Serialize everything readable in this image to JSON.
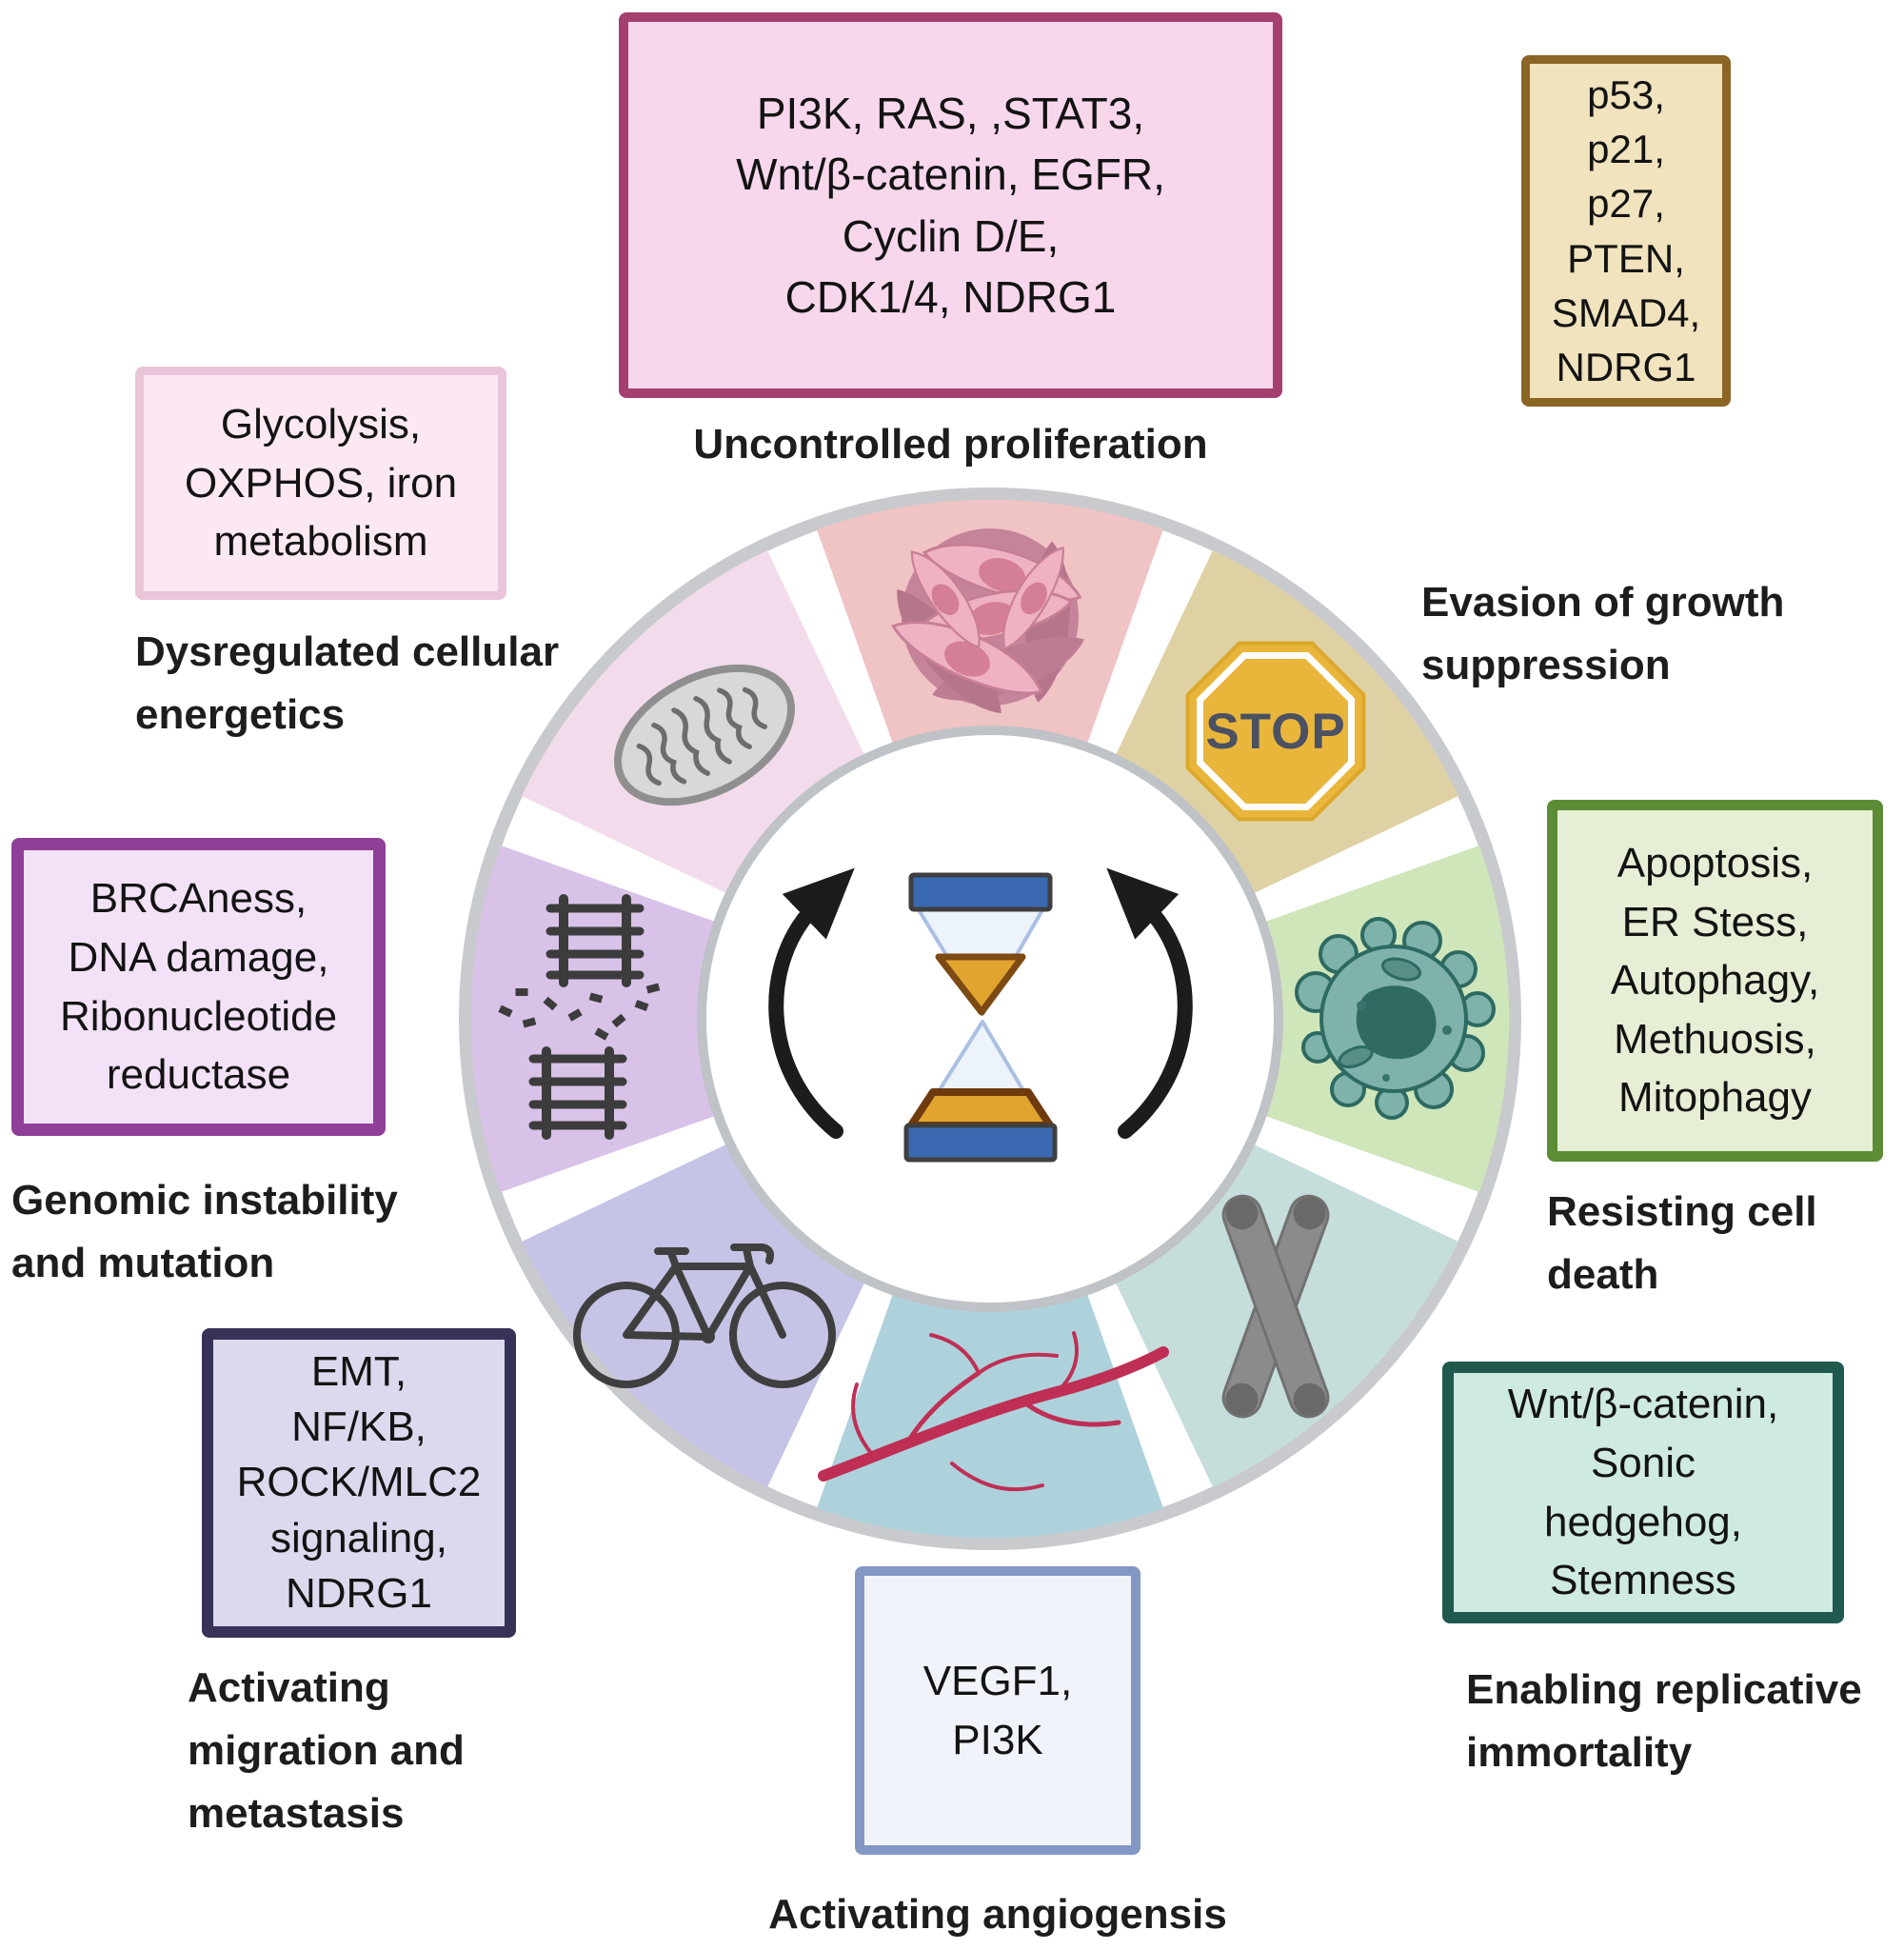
{
  "boxes": [
    {
      "id": "uncontrolled-proliferation",
      "genes": "PI3K, RAS, ,STAT3,\nWnt/β-catenin, EGFR,\nCyclin D/E,\nCDK1/4, NDRG1",
      "caption": "Uncontrolled proliferation",
      "fill": "#f8d7ec",
      "border": "#a53f70"
    },
    {
      "id": "evasion-of-growth-suppression",
      "genes": "p53,\np21,\np27,\nPTEN,\nSMAD4,\nNDRG1",
      "caption": "Evasion of growth\nsuppression",
      "fill": "#f0e3bd",
      "border": "#8a6524"
    },
    {
      "id": "resisting-cell-death",
      "genes": "Apoptosis,\nER Stess,\nAutophagy,\nMethuosis,\nMitophagy",
      "caption": "Resisting cell\ndeath",
      "fill": "#e6efd5",
      "border": "#5c8c35"
    },
    {
      "id": "enabling-replicative-immortality",
      "genes": "Wnt/β-catenin,\nSonic\nhedgehog,\nStemness",
      "caption": "Enabling replicative\nimmortality",
      "fill": "#cfe9e3",
      "border": "#20594e"
    },
    {
      "id": "activating-angiogenesis",
      "genes": "VEGF1,\nPI3K",
      "caption": "Activating angiogensis",
      "fill": "#f0f3f9",
      "border": "#8397c5"
    },
    {
      "id": "activating-migration-and-metastasis",
      "genes": "EMT,\nNF/KB,\nROCK/MLC2\nsignaling,\nNDRG1",
      "caption": "Activating\nmigration and\nmetastasis",
      "fill": "#dcd8ed",
      "border": "#373257"
    },
    {
      "id": "genomic-instability-and-mutation",
      "genes": "BRCAness,\nDNA damage,\nRibonucleotide\nreductase",
      "caption": "Genomic instability\nand mutation",
      "fill": "#f3e2f7",
      "border": "#8f3f98"
    },
    {
      "id": "dysregulated-cellular-energetics",
      "genes": "Glycolysis,\nOXPHOS, iron\nmetabolism",
      "caption": "Dysregulated cellular\nenergetics",
      "fill": "#fbe8f2",
      "border": "#eac4d9"
    }
  ],
  "wheel": {
    "stop_label": "STOP",
    "segments": [
      {
        "name": "proliferating-cells",
        "icon": "cells-cluster-icon",
        "color": "#f0c3c5"
      },
      {
        "name": "growth-suppression-stop",
        "icon": "stop-sign-icon",
        "color": "#ded2a4"
      },
      {
        "name": "resisting-cell-death",
        "icon": "apoptotic-cell-icon",
        "color": "#cfe5ba"
      },
      {
        "name": "replicative-immortality",
        "icon": "chromosome-icon",
        "color": "#c6dedb"
      },
      {
        "name": "angiogenesis",
        "icon": "blood-vessels-icon",
        "color": "#aed2dc"
      },
      {
        "name": "migration-metastasis",
        "icon": "bicycle-icon",
        "color": "#c5c4e6"
      },
      {
        "name": "genomic-instability",
        "icon": "broken-dna-icon",
        "color": "#d9c2e8"
      },
      {
        "name": "cellular-energetics",
        "icon": "mitochondria-icon",
        "color": "#f2dceb"
      }
    ]
  },
  "palette": {
    "outer_ring_gray": "#c9cacd",
    "inner_ring_gray": "#bfc2c6",
    "stop_sign_yellow": "#e9b63b",
    "stop_text_slate": "#4b5162",
    "hourglass_cap_blue": "#3a69b1",
    "hourglass_sand_orange": "#e1a52f",
    "hourglass_glass_blue": "#edf3fb",
    "vessel_crimson": "#bf2f55",
    "cell_pink": "#efb2c2",
    "apoptotic_teal": "#7fb2aa",
    "chromosome_gray": "#8b8b8b",
    "icon_charcoal": "#3c3c3c",
    "arrow_black": "#1c1c1c",
    "caption_text": "#1d1d1d"
  }
}
